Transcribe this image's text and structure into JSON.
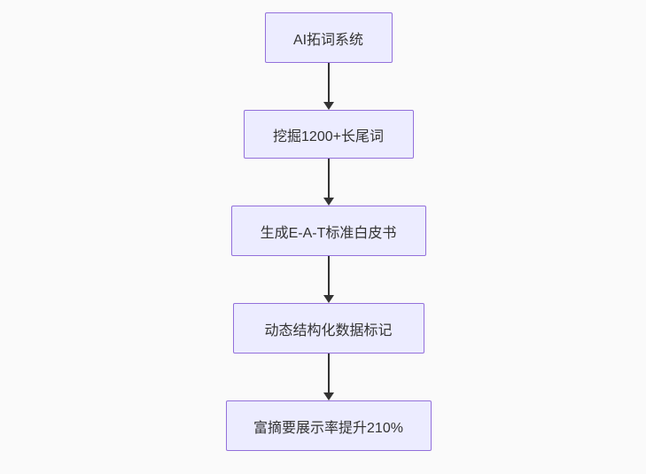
{
  "diagram": {
    "type": "flowchart",
    "direction": "top-down",
    "colors": {
      "page_bg": "#fafafa",
      "node_fill": "#ececff",
      "node_border": "#9370db",
      "node_text": "#333333",
      "arrow": "#333333"
    },
    "nodes": [
      {
        "id": "n1",
        "label": "AI拓词系统"
      },
      {
        "id": "n2",
        "label": "挖掘1200+长尾词"
      },
      {
        "id": "n3",
        "label": "生成E-A-T标准白皮书"
      },
      {
        "id": "n4",
        "label": "动态结构化数据标记"
      },
      {
        "id": "n5",
        "label": "富摘要展示率提升210%"
      }
    ],
    "edges": [
      {
        "from": "n1",
        "to": "n2"
      },
      {
        "from": "n2",
        "to": "n3"
      },
      {
        "from": "n3",
        "to": "n4"
      },
      {
        "from": "n4",
        "to": "n5"
      }
    ]
  }
}
